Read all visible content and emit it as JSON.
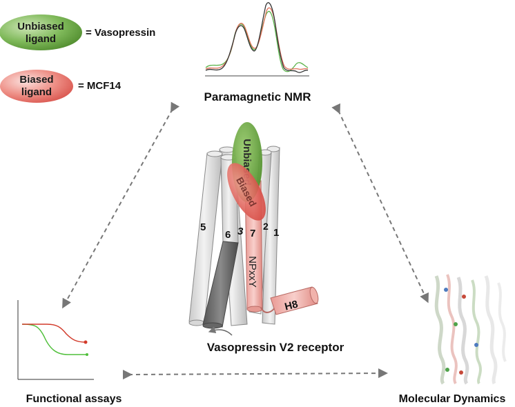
{
  "legend": {
    "unbiased": {
      "pill_text": "Unbiased ligand",
      "line1": "Unbiased",
      "line2": "ligand",
      "equals": "= Vasopressin",
      "color": "#5aa638"
    },
    "biased": {
      "pill_text": "Biased ligand",
      "line1": "Biased",
      "line2": "ligand",
      "equals": "= MCF14",
      "color": "#e05a55"
    }
  },
  "nmr": {
    "title": "Paramagnetic NMR",
    "series_colors": [
      "#333333",
      "#e0705a",
      "#5bb34a"
    ]
  },
  "receptor": {
    "title": "Vasopressin V2 receptor",
    "helix_labels": [
      "5",
      "6",
      "3",
      "7",
      "2",
      "1"
    ],
    "motif_label": "NPxxY",
    "h8_label": "H8",
    "unbiased_label": "Unbiased",
    "biased_label": "Biased"
  },
  "corners": {
    "functional_assays": "Functional assays",
    "molecular_dynamics": "Molecular Dynamics"
  },
  "assay_colors": {
    "red_curve": "#d23a2a",
    "green_curve": "#4fbf3a"
  }
}
